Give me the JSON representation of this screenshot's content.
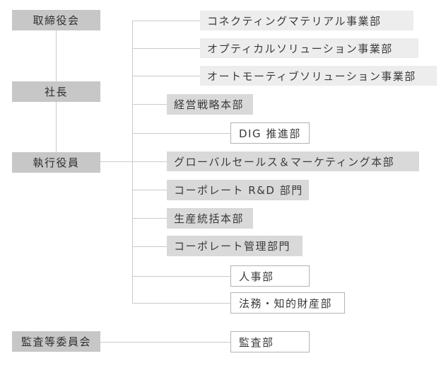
{
  "diagram": {
    "title": "organization-chart",
    "colors": {
      "background": "#ffffff",
      "executive_box_fill": "#c7c7c7",
      "executive_text": "#2f2f2f",
      "division_box_fill": "#ededed",
      "headquarters_box_fill": "#d9d9d9",
      "white_box_border": "#b3b3b3",
      "line": "#cbcbcb",
      "text": "#3a3a3a"
    },
    "executive_nodes": {
      "board": "取締役会",
      "president": "社長",
      "executive_officers": "執行役員",
      "audit_committee": "監査等委員会"
    },
    "departments": {
      "connecting_material": "コネクティングマテリアル事業部",
      "optical_solution": "オプティカルソリューション事業部",
      "automotive_solution": "オートモーティブソリューション事業部",
      "management_strategy": "経営戦略本部",
      "dig_promotion": "DIG 推進部",
      "global_sales_marketing": "グローバルセールス＆マーケティング本部",
      "corporate_rd": "コーポレート R&D 部門",
      "production_control": "生産統括本部",
      "corporate_admin": "コーポレート管理部門",
      "hr": "人事部",
      "legal_ip": "法務・知的財産部",
      "audit": "監査部"
    }
  }
}
